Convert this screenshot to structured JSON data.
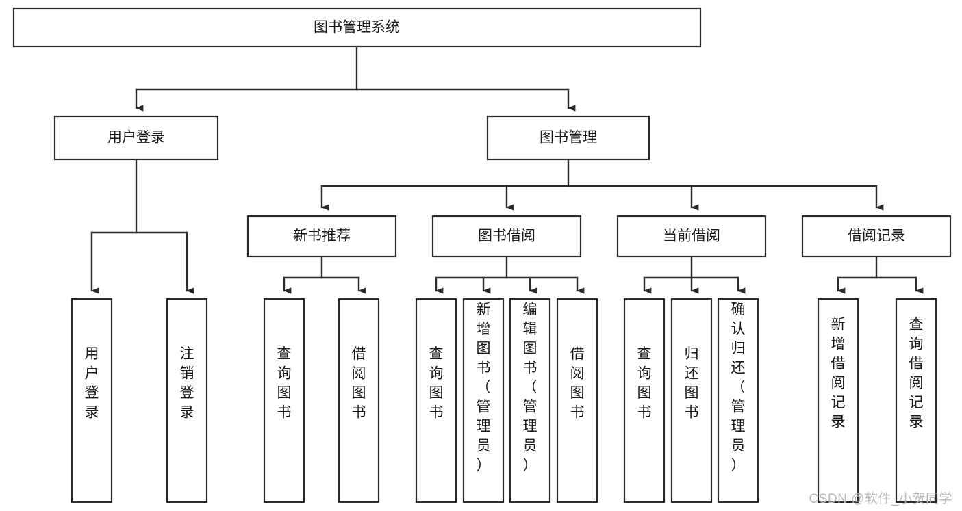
{
  "diagram": {
    "type": "tree-hierarchy",
    "title": "图书管理系统",
    "watermark": "CSDN @软件_小贺同学",
    "colors": {
      "stroke": "#2b2b2b",
      "fill": "#ffffff",
      "text": "#1a1a1a",
      "watermark": "#b9b9b9",
      "background": "#ffffff"
    },
    "levels": {
      "root": {
        "label": "图书管理系统"
      },
      "level2": [
        {
          "label": "用户登录"
        },
        {
          "label": "图书管理"
        }
      ],
      "level3": [
        {
          "label": "新书推荐"
        },
        {
          "label": "图书借阅"
        },
        {
          "label": "当前借阅"
        },
        {
          "label": "借阅记录"
        }
      ],
      "leaves": [
        {
          "label": "用户登录",
          "parent": "用户登录"
        },
        {
          "label": "注销登录",
          "parent": "用户登录"
        },
        {
          "label": "查询图书",
          "parent": "新书推荐"
        },
        {
          "label": "借阅图书",
          "parent": "新书推荐"
        },
        {
          "label": "查询图书",
          "parent": "图书借阅"
        },
        {
          "label": "新增图书（管理员）",
          "parent": "图书借阅"
        },
        {
          "label": "编辑图书（管理员）",
          "parent": "图书借阅"
        },
        {
          "label": "借阅图书",
          "parent": "图书借阅"
        },
        {
          "label": "查询图书",
          "parent": "当前借阅"
        },
        {
          "label": "归还图书",
          "parent": "当前借阅"
        },
        {
          "label": "确认归还（管理员）",
          "parent": "当前借阅"
        },
        {
          "label": "新增借阅记录",
          "parent": "借阅记录"
        },
        {
          "label": "查询借阅记录",
          "parent": "借阅记录"
        }
      ]
    }
  }
}
